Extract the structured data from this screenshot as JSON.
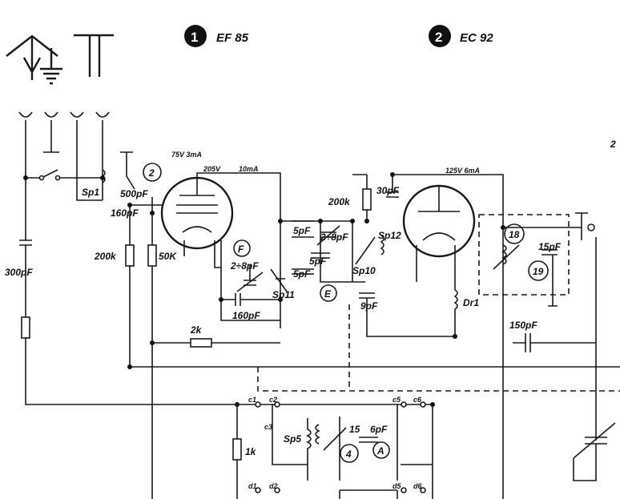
{
  "tubes": [
    {
      "number": "1",
      "type": "EF 85"
    },
    {
      "number": "2",
      "type": "EC 92"
    }
  ],
  "labels": {
    "sp1": "Sp1",
    "c300": "300pF",
    "c500": "500pF",
    "c160": "160pF",
    "v75": "75V 3mA",
    "v205": "205V",
    "i10": "10mA",
    "r200a": "200k",
    "r50": "50K",
    "trim28a": "2÷8pF",
    "c160b": "160pF",
    "sp11": "Sp11",
    "r2k": "2k",
    "c5a": "5pF",
    "c28b": "2÷8pF",
    "c5b": "5pF",
    "c5c": "5pF",
    "r200b": "200k",
    "c30": "30pF",
    "v125": "125V 6mA",
    "sp10": "Sp10",
    "sp12": "Sp12",
    "c9": "9pF",
    "dr1": "Dr1",
    "c150": "150pF",
    "c15": "15pF",
    "c4": "4",
    "r1k": "1k",
    "sp5": "Sp5",
    "c15b": "15",
    "c6": "6pF",
    "c5": "c5",
    "c1": "c1",
    "c2": "c2",
    "c3": "c3",
    "c6t": "c6",
    "d1": "d1",
    "d2": "d2",
    "d5": "d5",
    "d6": "d6",
    "edge2": "2"
  },
  "markers": {
    "m2": "2",
    "m4": "4",
    "mA": "A",
    "mF": "F",
    "mE": "E",
    "m18": "18",
    "m19": "19"
  }
}
